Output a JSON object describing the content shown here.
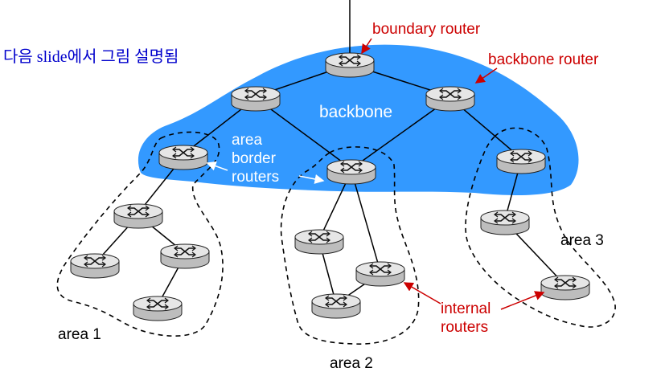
{
  "note": "다음 slide에서 그림 설명됨",
  "labels": {
    "boundary_router": "boundary router",
    "backbone_router": "backbone router",
    "backbone": "backbone",
    "area_border_1": "area",
    "area_border_2": "border",
    "area_border_3": "routers",
    "internal_1": "internal",
    "internal_2": "routers",
    "area1": "area 1",
    "area2": "area 2",
    "area3": "area 3"
  },
  "colors": {
    "backbone_fill": "#3399ff",
    "annotation_red": "#cc0000",
    "note_blue": "#0000cc",
    "router_fill": "#e6e6e6"
  }
}
